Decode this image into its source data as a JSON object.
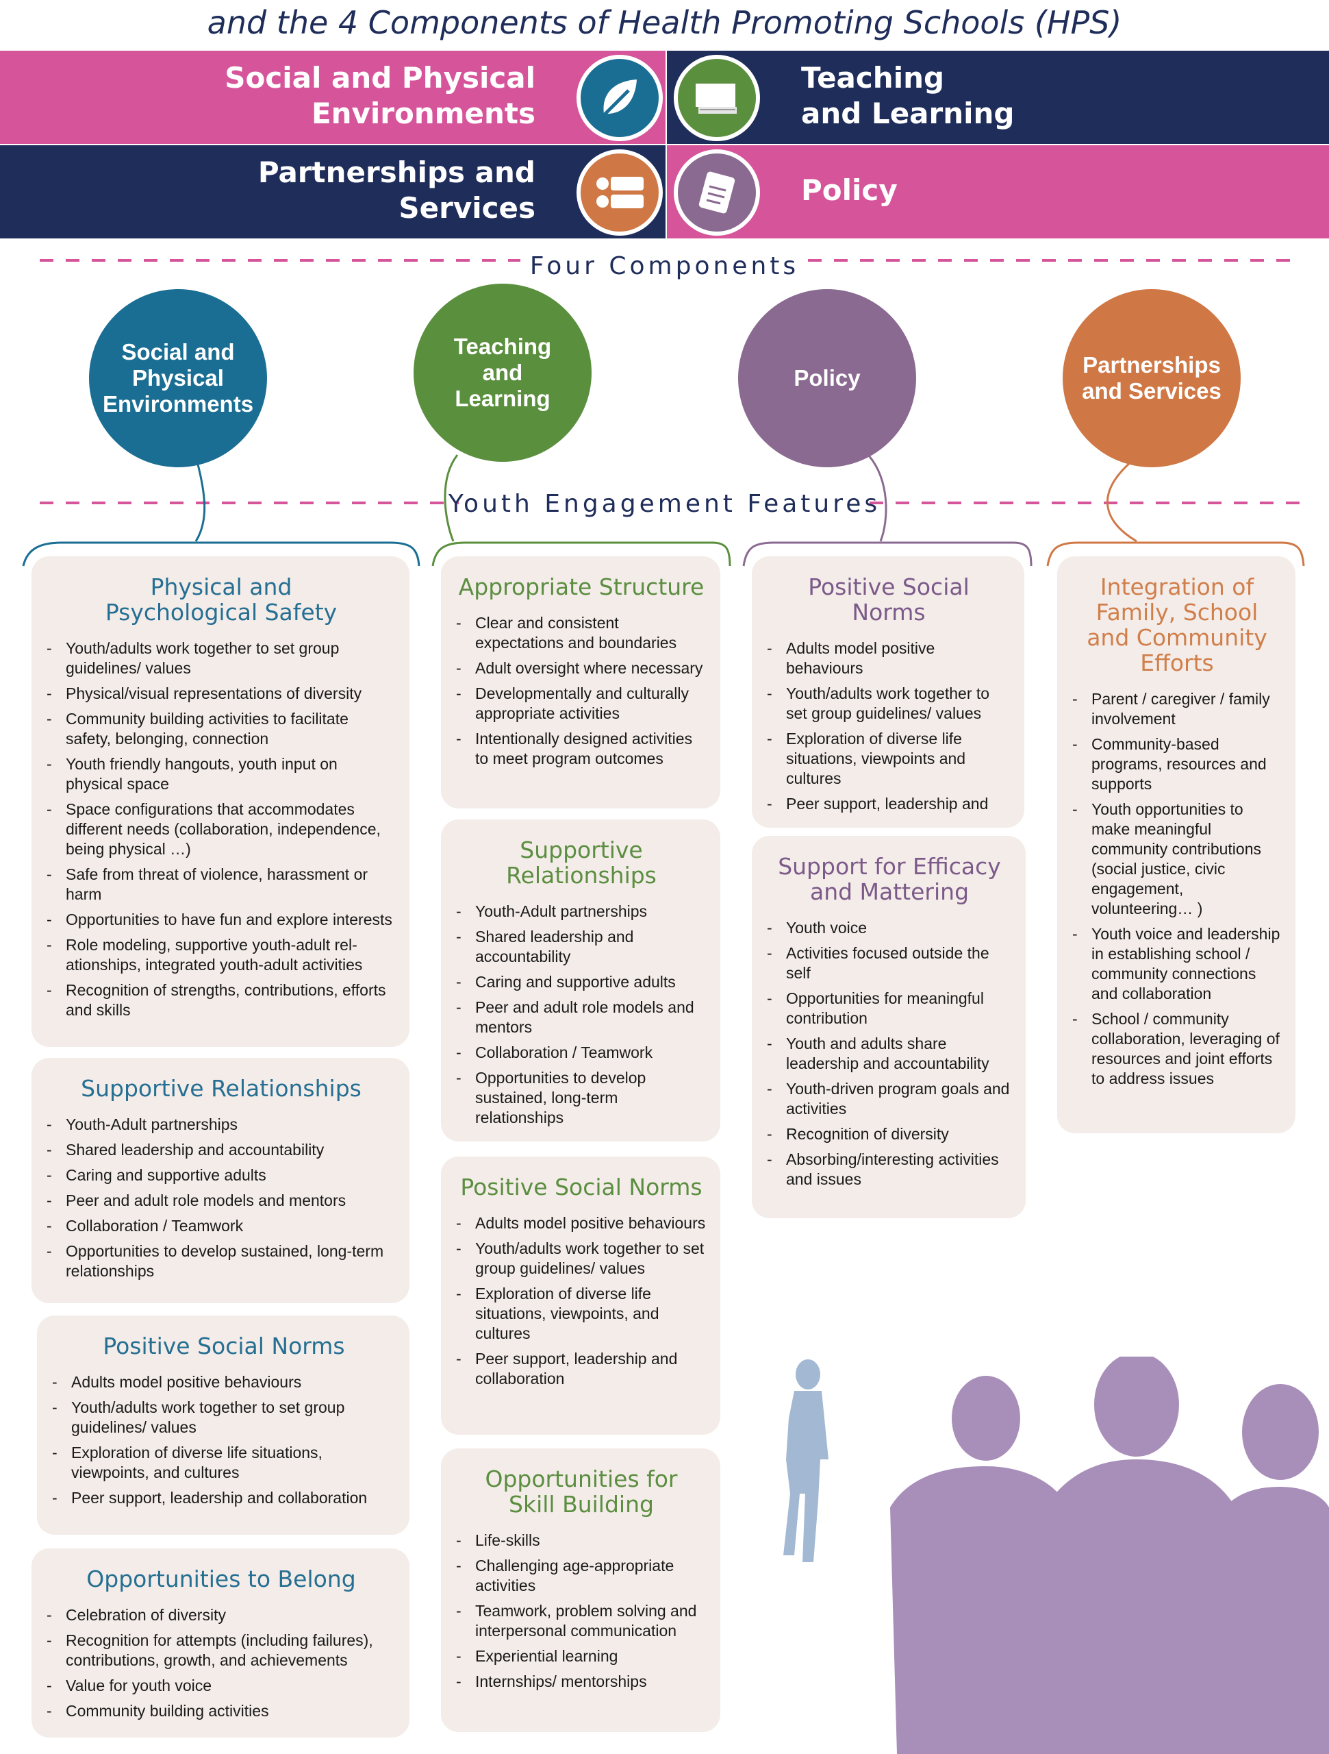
{
  "header": {
    "title": "and the 4 Components of Health Promoting Schools (HPS)",
    "bands": {
      "social": "Social and Physical\nEnvironments",
      "teaching": "Teaching\nand Learning",
      "partnerships": "Partnerships and\nServices",
      "policy": "Policy"
    },
    "icons": [
      "leaf-icon",
      "book-icon",
      "handshake-icon",
      "document-icon"
    ]
  },
  "labels": {
    "four_components": "Four Components",
    "youth_features": "Youth Engagement Features"
  },
  "circles": [
    {
      "label": "Social and Physical Environments",
      "color": "#1a6e93"
    },
    {
      "label": "Teaching and Learning",
      "color": "#5a8f3e"
    },
    {
      "label": "Policy",
      "color": "#8a6a90"
    },
    {
      "label": "Partnerships and Services",
      "color": "#cf7845"
    }
  ],
  "colors": {
    "pink": "#d6559a",
    "navy": "#1f2d5a",
    "card_bg": "#f4ece8",
    "blue": "#256f93",
    "green": "#5b8e40",
    "purple": "#7b5a8a",
    "orange": "#d07f4b"
  },
  "col1": [
    {
      "title": "Physical and\nPsychological Safety",
      "items": [
        "Youth/adults work together to set group guidelines/ values",
        "Physical/visual representations of diversity",
        "Community building activities to facilitate safety, belonging, connection",
        "Youth friendly hangouts, youth input on physical space",
        "Space configurations that accommodates different needs (collaboration, independence, being physical …)",
        "Safe from threat of violence, harassment or harm",
        "Opportunities to have fun and explore interests",
        "Role modeling, supportive youth-adult rel-ationships, integrated youth-adult activities",
        "Recognition of strengths, contributions, efforts and skills"
      ]
    },
    {
      "title": "Supportive Relationships",
      "items": [
        "Youth-Adult partnerships",
        "Shared leadership and accountability",
        "Caring and supportive adults",
        "Peer and adult role models and mentors",
        "Collaboration / Teamwork",
        "Opportunities to develop sustained, long-term relationships"
      ]
    },
    {
      "title": "Positive Social Norms",
      "items": [
        "Adults model positive behaviours",
        "Youth/adults work together to set group guidelines/ values",
        "Exploration of diverse life situations, viewpoints, and cultures",
        "Peer support, leadership and collaboration"
      ]
    },
    {
      "title": "Opportunities to Belong",
      "items": [
        "Celebration of diversity",
        "Recognition for attempts (including failures), contributions, growth, and achievements",
        "Value for youth voice",
        "Community building activities"
      ]
    }
  ],
  "col2": [
    {
      "title": "Appropriate Structure",
      "items": [
        "Clear and consistent expectations and boundaries",
        "Adult oversight where necessary",
        "Developmentally and culturally appropriate activities",
        "Intentionally designed activities to meet program outcomes"
      ]
    },
    {
      "title": "Supportive\nRelationships",
      "items": [
        "Youth-Adult partnerships",
        "Shared leadership and accountability",
        "Caring and supportive adults",
        "Peer and adult role models and mentors",
        "Collaboration / Teamwork",
        "Opportunities to develop sustained, long-term relationships"
      ]
    },
    {
      "title": "Positive Social Norms",
      "items": [
        "Adults model positive behaviours",
        "Youth/adults work together to set group guidelines/ values",
        "Exploration of diverse life situations, viewpoints, and cultures",
        "Peer support, leadership and collaboration"
      ]
    },
    {
      "title": "Opportunities for\nSkill Building",
      "items": [
        "Life-skills",
        "Challenging age-appropriate activities",
        "Teamwork, problem solving and interpersonal communication",
        "Experiential learning",
        "Internships/ mentorships"
      ]
    }
  ],
  "col3": [
    {
      "title": "Positive Social\nNorms",
      "items": [
        "Adults model positive behaviours",
        "Youth/adults work together to set group guidelines/ values",
        "Exploration of diverse life situations, viewpoints and cultures",
        "Peer support, leadership and"
      ]
    },
    {
      "title": "Support for Efficacy\nand Mattering",
      "items": [
        "Youth voice",
        "Activities focused outside the self",
        "Opportunities for meaningful contribution",
        "Youth and adults share leadership and accountability",
        "Youth-driven program goals and activities",
        "Recognition of diversity",
        "Absorbing/interesting activities and issues"
      ]
    }
  ],
  "col4": [
    {
      "title": "Integration of\nFamily, School\nand Community\nEfforts",
      "items": [
        "Parent / caregiver / family involvement",
        "Community-based programs, resources and supports",
        "Youth opportunities to make meaningful community contributions (social justice, civic engagement, volunteering… )",
        "Youth voice and leadership in establishing school / community connections and collaboration",
        "School / community collaboration, leveraging of resources and joint efforts to address issues"
      ]
    }
  ]
}
